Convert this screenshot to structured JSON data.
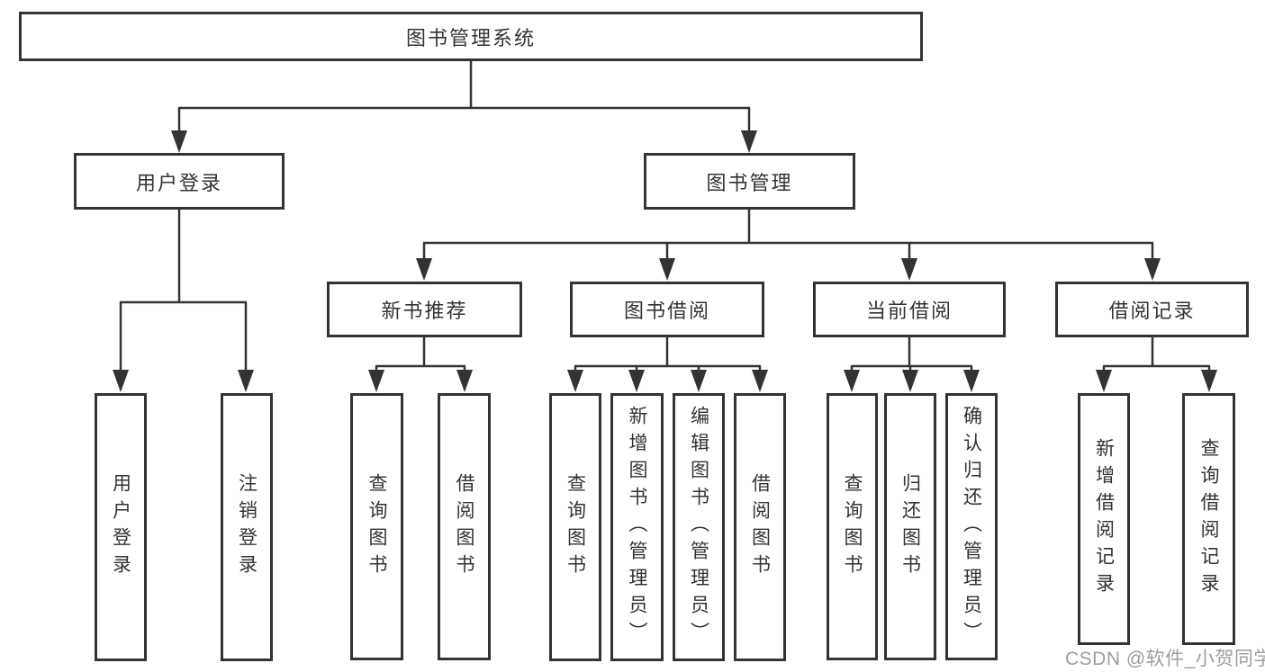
{
  "diagram": {
    "title": "图书管理系统",
    "type": "hierarchy",
    "colors": {
      "line": "#333333",
      "text": "#333333",
      "background": "#ffffff",
      "watermark": "#9c9ca2"
    }
  },
  "nodes": {
    "root": {
      "label": "图书管理系统"
    },
    "level2": {
      "user_login": {
        "label": "用户登录"
      },
      "book_mgmt": {
        "label": "图书管理"
      }
    },
    "level3": {
      "new_book_rec": {
        "label": "新书推荐"
      },
      "book_borrow": {
        "label": "图书借阅"
      },
      "current_borrow": {
        "label": "当前借阅"
      },
      "borrow_records": {
        "label": "借阅记录"
      }
    },
    "leaves": {
      "user_login": {
        "label": "用户登录"
      },
      "logout": {
        "label": "注销登录"
      },
      "nb_query_books": {
        "label": "查询图书"
      },
      "nb_borrow_books": {
        "label": "借阅图书"
      },
      "bw_query_books": {
        "label": "查询图书"
      },
      "bw_add_books": {
        "label": "新增图书（管理员）"
      },
      "bw_edit_books": {
        "label": "编辑图书（管理员）"
      },
      "bw_borrow_books": {
        "label": "借阅图书"
      },
      "cur_query_books": {
        "label": "查询图书"
      },
      "cur_return_books": {
        "label": "归还图书"
      },
      "cur_confirm_return": {
        "label": "确认归还（管理员）"
      },
      "rec_add_record": {
        "label": "新增借阅记录"
      },
      "rec_query_record": {
        "label": "查询借阅记录"
      }
    }
  },
  "watermark": {
    "text": "CSDN @软件_小贺同学"
  }
}
